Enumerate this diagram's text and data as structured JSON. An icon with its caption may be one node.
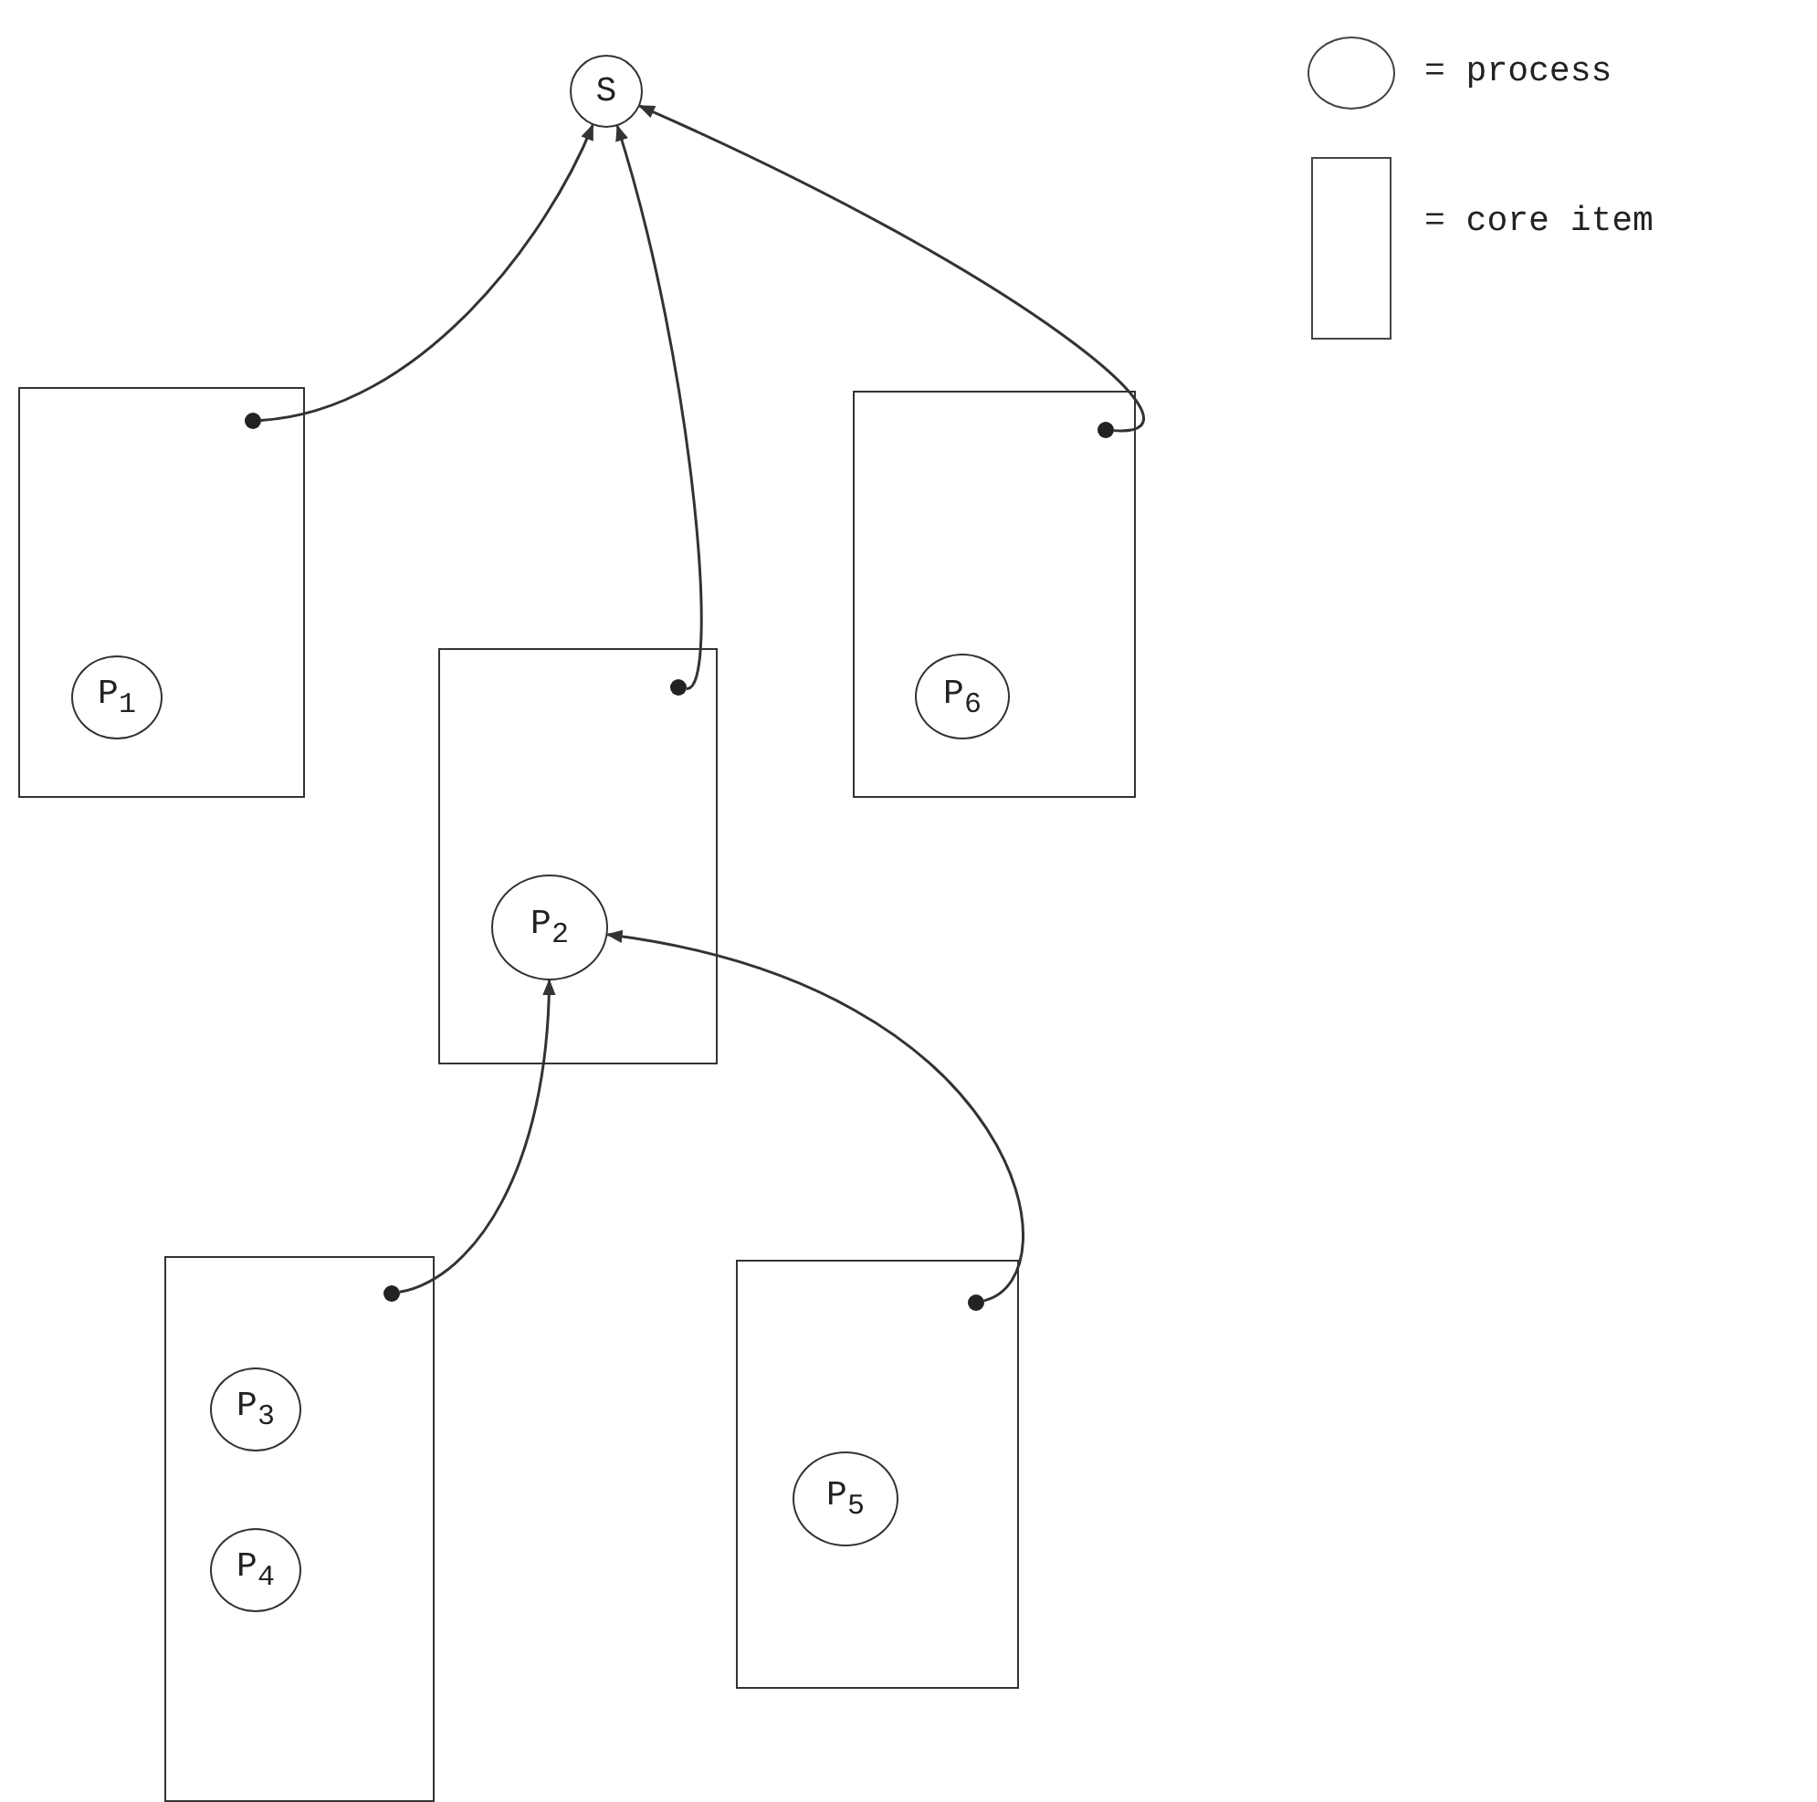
{
  "diagram": {
    "nodes": [
      {
        "text": [
          "S"
        ]
      },
      {
        "text": [],
        "shape": "box"
      },
      {
        "text": [],
        "shape": "dot",
        "in": 1
      },
      {
        "text": [
          "P$_{1}$"
        ],
        "in": 1
      },
      {
        "text": [],
        "shape": "box"
      },
      {
        "text": [],
        "shape": "dot",
        "in": 4
      },
      {
        "text": [
          "P$_{6}$"
        ],
        "in": 4
      },
      {
        "text": [],
        "shape": "box"
      },
      {
        "text": [],
        "shape": "dot",
        "in": 7
      },
      {
        "text": [
          "P$_{2}$"
        ],
        "in": 7
      },
      {
        "text": [],
        "shape": "box"
      },
      {
        "text": [],
        "shape": "dot",
        "in": 10
      },
      {
        "text": [
          "P$_{3}$"
        ],
        "in": 10
      },
      {
        "text": [
          "P$_{4}$"
        ],
        "in": 10
      },
      {
        "text": [],
        "shape": "box"
      },
      {
        "text": [],
        "shape": "dot",
        "in": 14
      },
      {
        "text": [
          "P$_{5}$"
        ],
        "in": 14
      }
    ],
    "edges": [
      {
        "from": 2,
        "to": 0,
        "arrow": "to"
      },
      {
        "from": 8,
        "to": 0,
        "arrow": "to"
      },
      {
        "from": 5,
        "to": 0,
        "arrow": "to"
      },
      {
        "from": 11,
        "to": 9,
        "arrow": "to"
      },
      {
        "from": 15,
        "to": 9,
        "arrow": "to"
      }
    ],
    "legend": [
      {
        "text": "= process"
      },
      {
        "text": "= core item"
      }
    ]
  }
}
